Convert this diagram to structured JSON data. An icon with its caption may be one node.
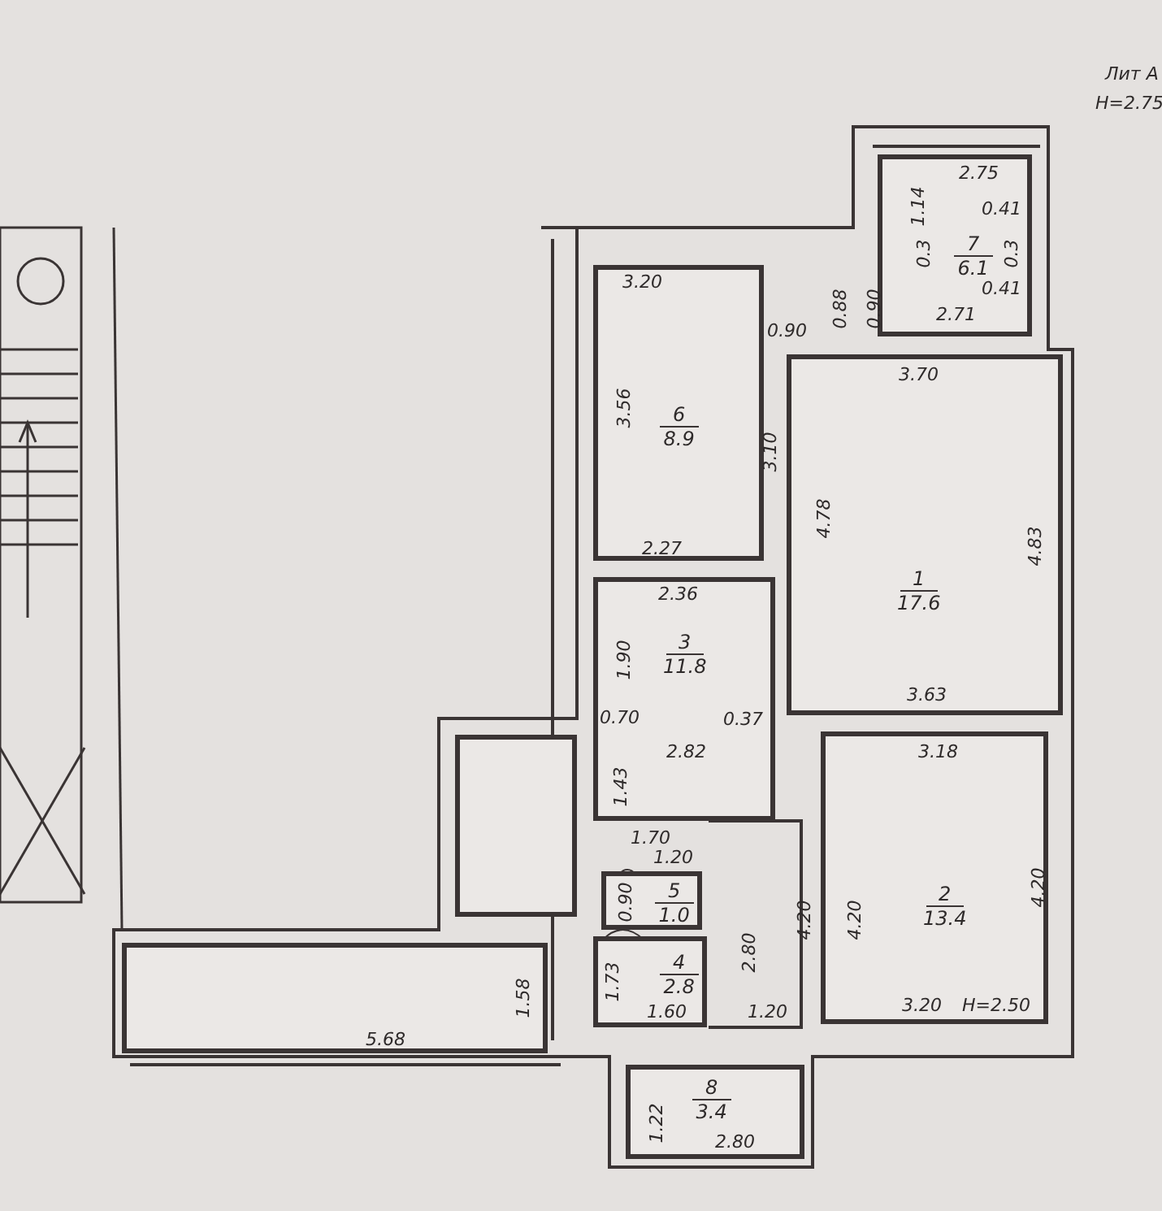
{
  "diagram": {
    "nodes": [
      {
        "text": [
          "7",
          "6.1"
        ]
      },
      {
        "text": [
          "6",
          "8.9"
        ]
      },
      {
        "text": [
          "1",
          "17.6"
        ]
      },
      {
        "text": [
          "3",
          "11.8"
        ]
      },
      {
        "text": [],
        "shape": "box"
      },
      {
        "text": [
          "2",
          "13.4"
        ]
      },
      {
        "text": [
          "5",
          "1.0"
        ]
      },
      {
        "text": [
          "4",
          "2.8"
        ]
      },
      {
        "text": [],
        "shape": "box"
      },
      {
        "text": [
          "8",
          "3.4"
        ]
      }
    ],
    "edges": [],
    "labels": [
      "Лит А",
      "Н=2.75",
      "2.75",
      "1.14",
      "0.41",
      "0.3",
      "0.3",
      "0.41",
      "3.20",
      "0.88",
      "0.90",
      "0.90",
      "2.71",
      "3.70",
      "3.56",
      "3.10",
      "4.78",
      "4.83",
      "2.27",
      "2.36",
      "1.90",
      "0.70",
      "0.37",
      "3.63",
      "2.82",
      "3.18",
      "1.43",
      "1.70",
      "1.20",
      "0.90",
      "4.20",
      "4.20",
      "4.20",
      "2.80",
      "1.58",
      "1.73",
      "5.68",
      "1.60",
      "1.20",
      "3.20",
      "Н=2.50",
      "1.22",
      "2.80"
    ]
  }
}
